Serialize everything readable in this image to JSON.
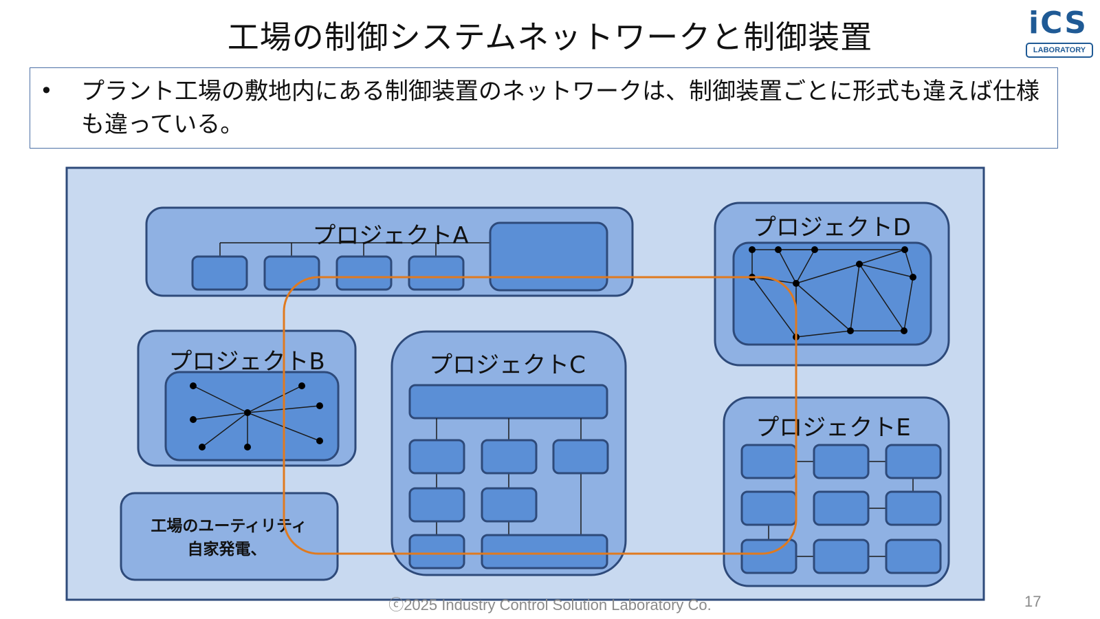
{
  "title": "工場の制御システムネットワークと制御装置",
  "logo": {
    "main": "iCS",
    "sub": "LABORATORY"
  },
  "bullet": {
    "marker": "•",
    "text": "プラント工場の敷地内にある制御装置のネットワークは、制御装置ごとに形式も違えば仕様も違っている。"
  },
  "diagram": {
    "project_a": "プロジェクトA",
    "project_b": "プロジェクトB",
    "project_c": "プロジェクトC",
    "project_d": "プロジェクトD",
    "project_e": "プロジェクトE",
    "utility_line1": "工場のユーティリティ",
    "utility_line2": "自家発電、"
  },
  "colors": {
    "outer_bg": "#c8d9f0",
    "outer_border": "#2e4a7a",
    "project_bg": "#8fb1e3",
    "node_fill": "#5b8fd6",
    "border": "#2e4a7a",
    "highlight": "#e07a1f"
  },
  "footer": "ⓒ2025 Industry Control Solution Laboratory Co.",
  "page_number": "17"
}
